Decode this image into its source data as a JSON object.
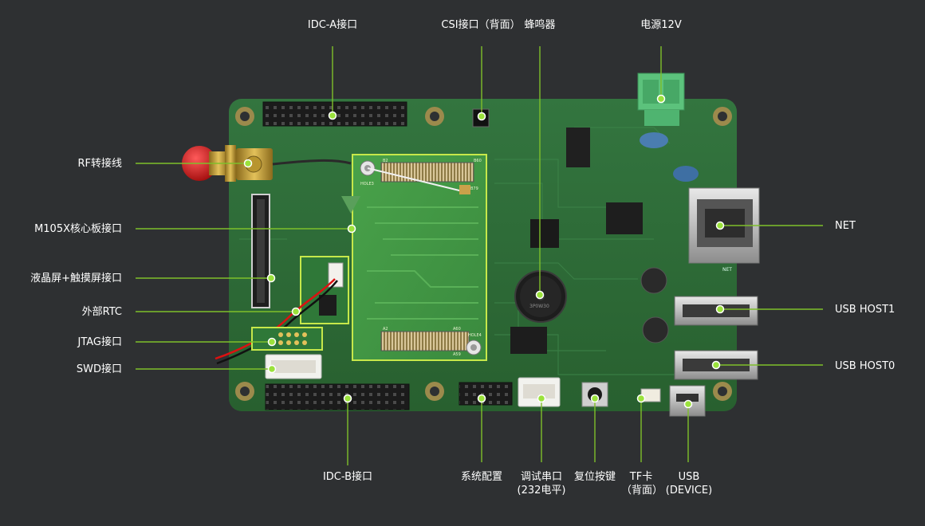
{
  "colors": {
    "background": "#2e3032",
    "board": "#2e6a3a",
    "leader_line": "#7fbf2a",
    "marker": "#9be23c",
    "label": "#ffffff"
  },
  "labels": {
    "idc_a": "IDC-A接口",
    "csi": "CSI接口（背面）",
    "buzzer": "蜂鸣器",
    "power": "电源12V",
    "rf": "RF转接线",
    "m105x": "M105X核心板接口",
    "lcd": "液晶屏+触摸屏接口",
    "rtc": "外部RTC",
    "jtag": "JTAG接口",
    "swd": "SWD接口",
    "net": "NET",
    "usb_host1": "USB HOST1",
    "usb_host0": "USB HOST0",
    "idc_b": "IDC-B接口",
    "sys_config": "系统配置",
    "debug_serial_1": "调试串口",
    "debug_serial_2": "(232电平)",
    "reset": "复位按键",
    "tf_1": "TF卡",
    "tf_2": "（背面）",
    "usb_dev_1": "USB",
    "usb_dev_2": "(DEVICE)"
  },
  "silkscreen": {
    "holes": [
      "HOLE3",
      "HOLE4"
    ],
    "pins": [
      "B2",
      "B60",
      "A2",
      "A60",
      "A59",
      "B79"
    ],
    "buzzer_text": "3P0W30",
    "net_text": "NET"
  }
}
